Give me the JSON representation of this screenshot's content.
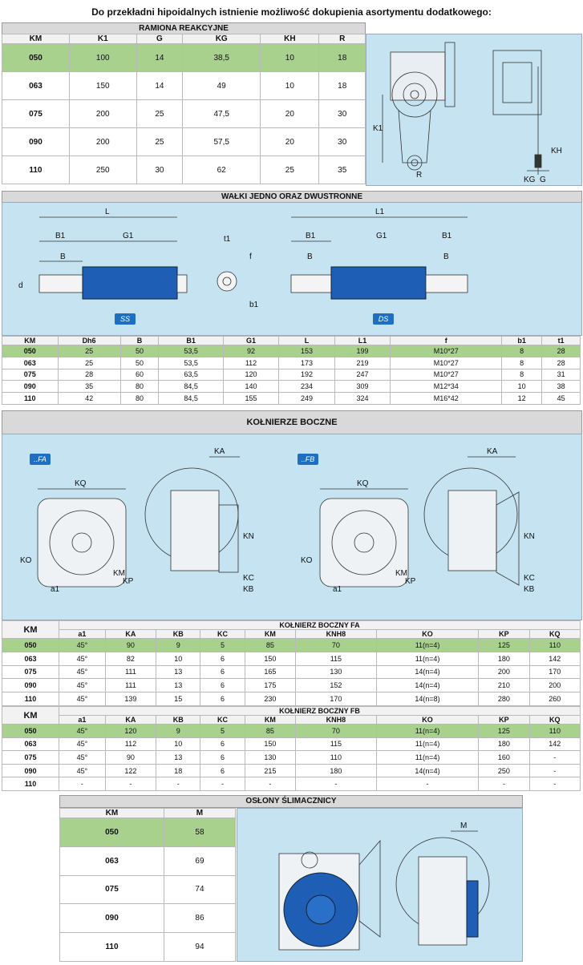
{
  "title": "Do przekładni hipoidalnych istnienie możliwość dokupienia asortymentu dodatkowego:",
  "arms": {
    "header": "RAMIONA REAKCYJNE",
    "columns": [
      "KM",
      "K1",
      "G",
      "KG",
      "KH",
      "R"
    ],
    "rows": [
      [
        "050",
        "100",
        "14",
        "38,5",
        "10",
        "18"
      ],
      [
        "063",
        "150",
        "14",
        "49",
        "10",
        "18"
      ],
      [
        "075",
        "200",
        "25",
        "47,5",
        "20",
        "30"
      ],
      [
        "090",
        "200",
        "25",
        "57,5",
        "20",
        "30"
      ],
      [
        "110",
        "250",
        "30",
        "62",
        "25",
        "35"
      ]
    ],
    "diagram_labels": [
      "K1",
      "R",
      "KG",
      "G",
      "KH"
    ]
  },
  "shafts": {
    "header": "WAŁKI JEDNO ORAZ DWUSTRONNE",
    "badges": [
      "SS",
      "DS"
    ],
    "diagram_labels": {
      "L": "L",
      "B1": "B1",
      "G1": "G1",
      "B": "B",
      "d": "d",
      "t1": "t1",
      "f": "f",
      "b1": "b1",
      "L1": "L1"
    },
    "columns": [
      "KM",
      "Dh6",
      "B",
      "B1",
      "G1",
      "L",
      "L1",
      "f",
      "b1",
      "t1"
    ],
    "rows": [
      [
        "050",
        "25",
        "50",
        "53,5",
        "92",
        "153",
        "199",
        "M10*27",
        "8",
        "28"
      ],
      [
        "063",
        "25",
        "50",
        "53,5",
        "112",
        "173",
        "219",
        "M10*27",
        "8",
        "28"
      ],
      [
        "075",
        "28",
        "60",
        "63,5",
        "120",
        "192",
        "247",
        "M10*27",
        "8",
        "31"
      ],
      [
        "090",
        "35",
        "80",
        "84,5",
        "140",
        "234",
        "309",
        "M12*34",
        "10",
        "38"
      ],
      [
        "110",
        "42",
        "80",
        "84,5",
        "155",
        "249",
        "324",
        "M16*42",
        "12",
        "45"
      ]
    ]
  },
  "flanges": {
    "header": "KOŁNIERZE BOCZNE",
    "badges": [
      "..FA",
      "..FB"
    ],
    "diagram_labels": {
      "KA": "KA",
      "KQ": "KQ",
      "KN": "KN",
      "KO": "KO",
      "KM": "KM",
      "KP": "KP",
      "a1": "a1",
      "KC": "KC",
      "KB": "KB"
    },
    "km_label": "KM",
    "fa": {
      "header": "KOŁNIERZ BOCZNY FA",
      "columns": [
        "a1",
        "KA",
        "KB",
        "KC",
        "KM",
        "KNH8",
        "KO",
        "KP",
        "KQ"
      ],
      "rows": [
        [
          "050",
          "45°",
          "90",
          "9",
          "5",
          "85",
          "70",
          "11(n=4)",
          "125",
          "110"
        ],
        [
          "063",
          "45°",
          "82",
          "10",
          "6",
          "150",
          "115",
          "11(n=4)",
          "180",
          "142"
        ],
        [
          "075",
          "45°",
          "111",
          "13",
          "6",
          "165",
          "130",
          "14(n=4)",
          "200",
          "170"
        ],
        [
          "090",
          "45°",
          "111",
          "13",
          "6",
          "175",
          "152",
          "14(n=4)",
          "210",
          "200"
        ],
        [
          "110",
          "45°",
          "139",
          "15",
          "6",
          "230",
          "170",
          "14(n=8)",
          "280",
          "260"
        ]
      ]
    },
    "fb": {
      "header": "KOŁNIERZ BOCZNY FB",
      "columns": [
        "a1",
        "KA",
        "KB",
        "KC",
        "KM",
        "KNH8",
        "KO",
        "KP",
        "KQ"
      ],
      "rows": [
        [
          "050",
          "45°",
          "120",
          "9",
          "5",
          "85",
          "70",
          "11(n=4)",
          "125",
          "110"
        ],
        [
          "063",
          "45°",
          "112",
          "10",
          "6",
          "150",
          "115",
          "11(n=4)",
          "180",
          "142"
        ],
        [
          "075",
          "45°",
          "90",
          "13",
          "6",
          "130",
          "110",
          "11(n=4)",
          "160",
          "-"
        ],
        [
          "090",
          "45°",
          "122",
          "18",
          "6",
          "215",
          "180",
          "14(n=4)",
          "250",
          "-"
        ],
        [
          "110",
          "-",
          "-",
          "-",
          "-",
          "-",
          "-",
          "-",
          "-",
          "-"
        ]
      ]
    }
  },
  "covers": {
    "header": "OSŁONY ŚLIMACZNICY",
    "columns": [
      "KM",
      "M"
    ],
    "rows": [
      [
        "050",
        "58"
      ],
      [
        "063",
        "69"
      ],
      [
        "075",
        "74"
      ],
      [
        "090",
        "86"
      ],
      [
        "110",
        "94"
      ]
    ],
    "diagram_label": "M"
  },
  "colors": {
    "highlight": "#a9d18e",
    "panel": "#c5e3f0",
    "blue_part": "#1e5fb5"
  }
}
